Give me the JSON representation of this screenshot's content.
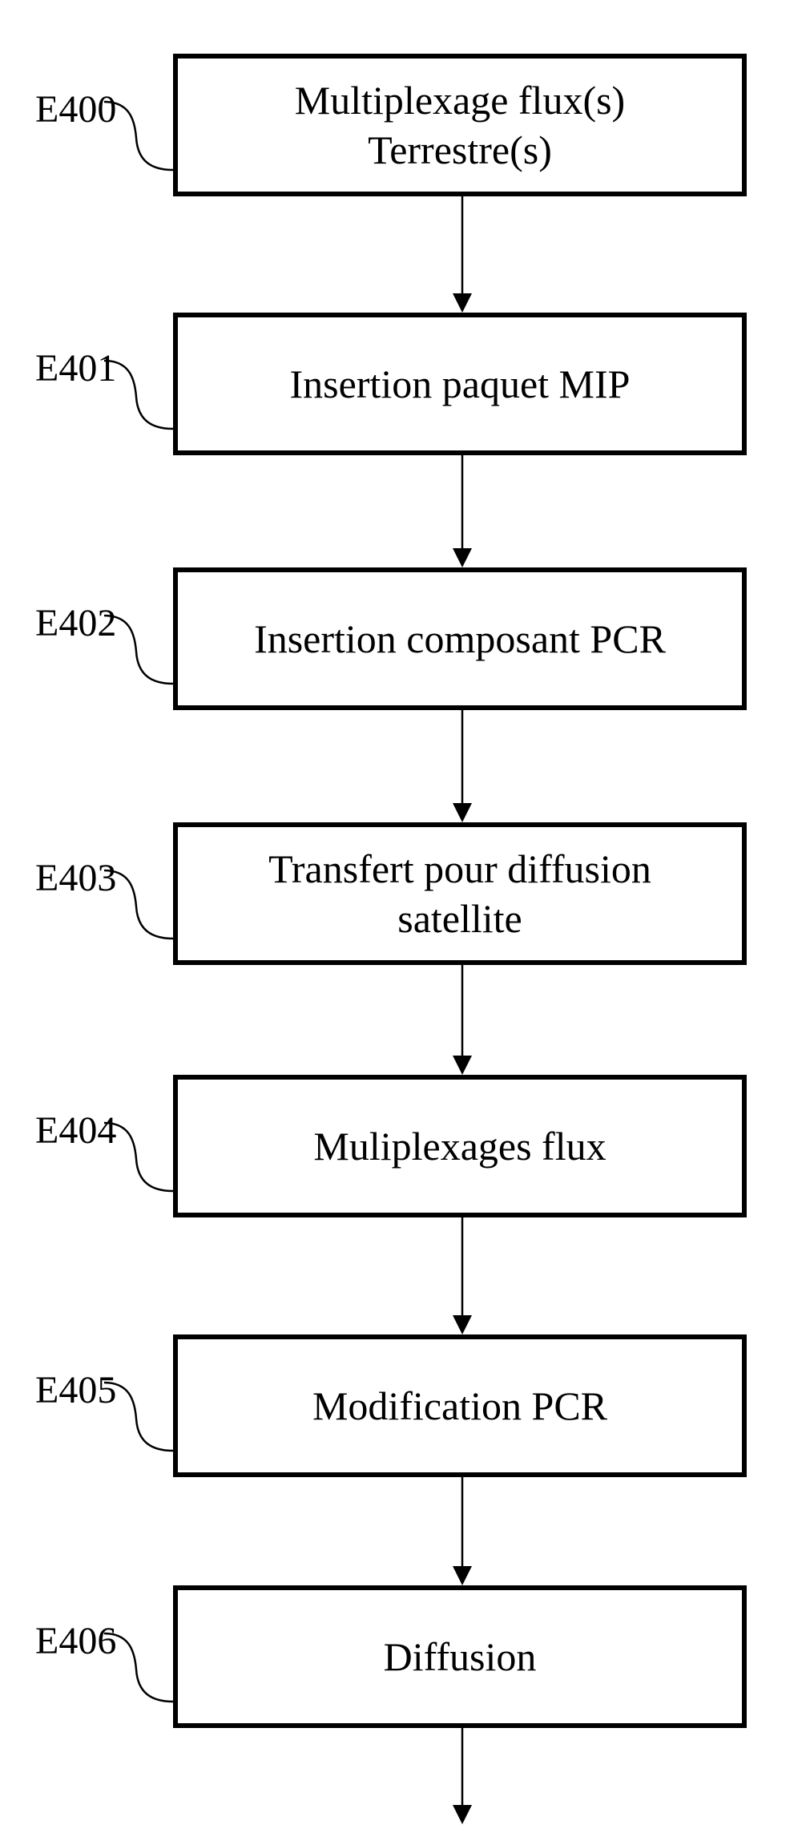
{
  "steps": [
    {
      "id": "E400",
      "text": "Multiplexage flux(s)\nTerrestre(s)"
    },
    {
      "id": "E401",
      "text": "Insertion paquet MIP"
    },
    {
      "id": "E402",
      "text": "Insertion composant PCR"
    },
    {
      "id": "E403",
      "text": "Transfert pour diffusion\nsatellite"
    },
    {
      "id": "E404",
      "text": "Muliplexages flux"
    },
    {
      "id": "E405",
      "text": "Modification PCR"
    },
    {
      "id": "E406",
      "text": "Diffusion"
    }
  ],
  "colors": {
    "line": "#000000",
    "background": "#ffffff"
  }
}
